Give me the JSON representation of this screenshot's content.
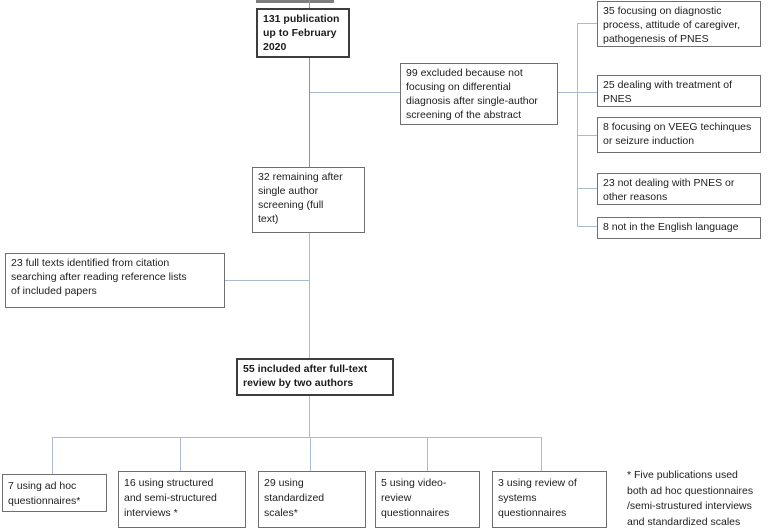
{
  "figure": {
    "type": "prisma-flowchart",
    "colors": {
      "background": "#ffffff",
      "box_border": "#6f6f6f",
      "bold_box_border": "#3d3d3d",
      "connector_blue": "#a8bbd1",
      "connector_gray": "#8d949e",
      "text": "#1c1c1c"
    },
    "flow": {
      "start": "131 publication\nup to February\n2020",
      "excluded": "99 excluded because not\nfocusing on differential\ndiagnosis after single-author\nscreening of the abstract",
      "remaining": "32 remaining after\nsingle author\nscreening (full\ntext)",
      "citation": "23 full texts identified from citation\nsearching after reading reference lists\nof included papers",
      "included": "55 included after full-text\nreview by two authors",
      "exclusion_reasons": [
        "35 focusing on diagnostic\nprocess, attitude of caregiver,\npathogenesis of PNES",
        "25 dealing with treatment of\nPNES",
        "8 focusing on VEEG techinques\nor seizure induction",
        "23 not dealing with PNES or\nother reasons",
        "8 not in the English language"
      ],
      "methods": [
        "7 using ad hoc\nquestionnaires*",
        "16 using structured\nand semi-structured\ninterviews *",
        "29 using\nstandardized\nscales*",
        "5 using video-\nreview\nquestionnaires",
        "3 using review of\nsystems\nquestionnaires"
      ],
      "footnote": "* Five publications used\nboth ad hoc questionnaires\n/semi-strustured interviews\nand standardized scales"
    }
  }
}
